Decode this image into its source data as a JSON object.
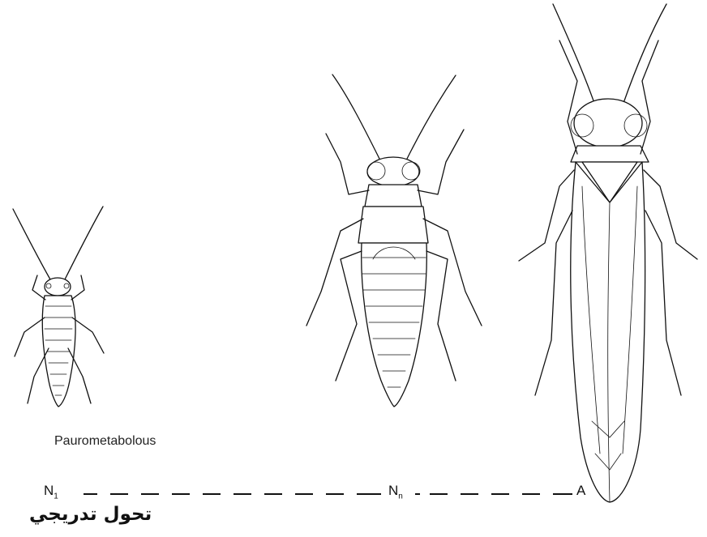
{
  "caption": "Paurometabolous",
  "stages": {
    "first": {
      "main": "N",
      "sub": "1"
    },
    "middle": {
      "main": "N",
      "sub": "n"
    },
    "adult": "A"
  },
  "arabic_label": "تحول تدريجي",
  "figures": [
    "early-nymph",
    "late-nymph",
    "adult-insect"
  ]
}
